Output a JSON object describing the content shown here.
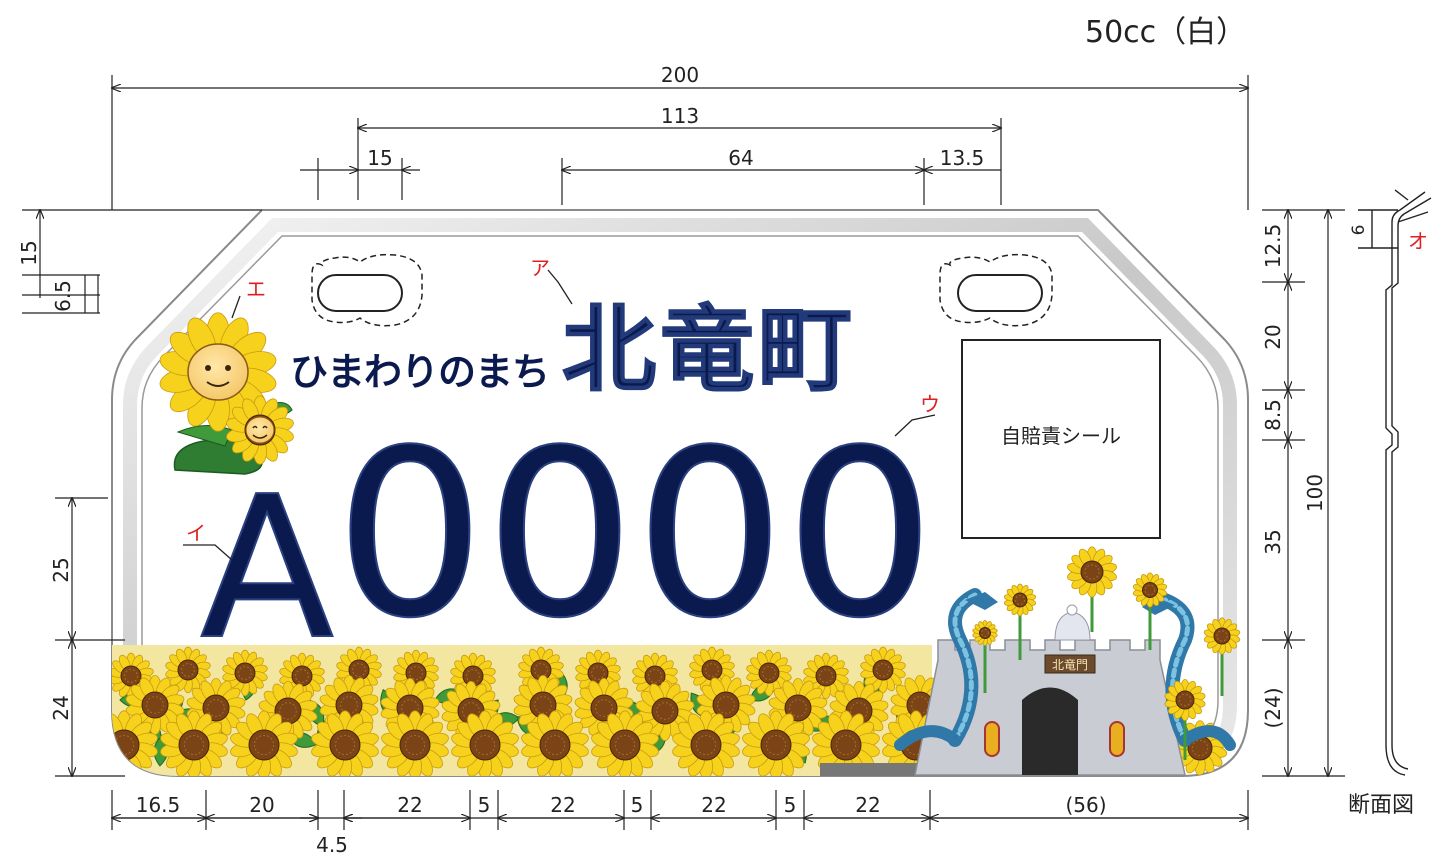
{
  "header": {
    "spec": "50cc（白）"
  },
  "plate": {
    "slogan": "ひまわりのまち",
    "town": "北竜町",
    "class_letter": "A",
    "number": "0000",
    "sticker_label": "自賠責シール",
    "gate_sign": "北竜門"
  },
  "callouts": {
    "town": "ア",
    "class_letter": "イ",
    "number": "ウ",
    "mascot": "エ",
    "section_edge": "オ"
  },
  "dimensions": {
    "top": {
      "overall_width": "200",
      "hole_span": "113",
      "hole_width": "15",
      "middle_gap": "64",
      "right_offset": "13.5"
    },
    "left": {
      "top_margin": "15",
      "hole_height": "6.5",
      "letter_height": "25",
      "bottom_band": "24"
    },
    "right": {
      "top_band": "12.5",
      "town_band": "20",
      "gap_band": "8.5",
      "number_band": "35",
      "bottom_band": "(24)",
      "overall_height": "100"
    },
    "bottom": {
      "seg1": "16.5",
      "seg2": "20",
      "seg3": "4.5",
      "seg4": "22",
      "seg5": "5",
      "seg6": "22",
      "seg7": "5",
      "seg8": "22",
      "seg9": "5",
      "seg10": "22",
      "seg11": "(56)"
    },
    "section": {
      "flange": "6"
    }
  },
  "section_label": "断面図",
  "colors": {
    "navy": "#0b1a4e",
    "callout": "#e02020",
    "sunflower": "#f6d21d",
    "center": "#7a4416",
    "leaf": "#3f9a3a",
    "gate": "#c9ccd3",
    "dragon": "#3a87b3"
  }
}
